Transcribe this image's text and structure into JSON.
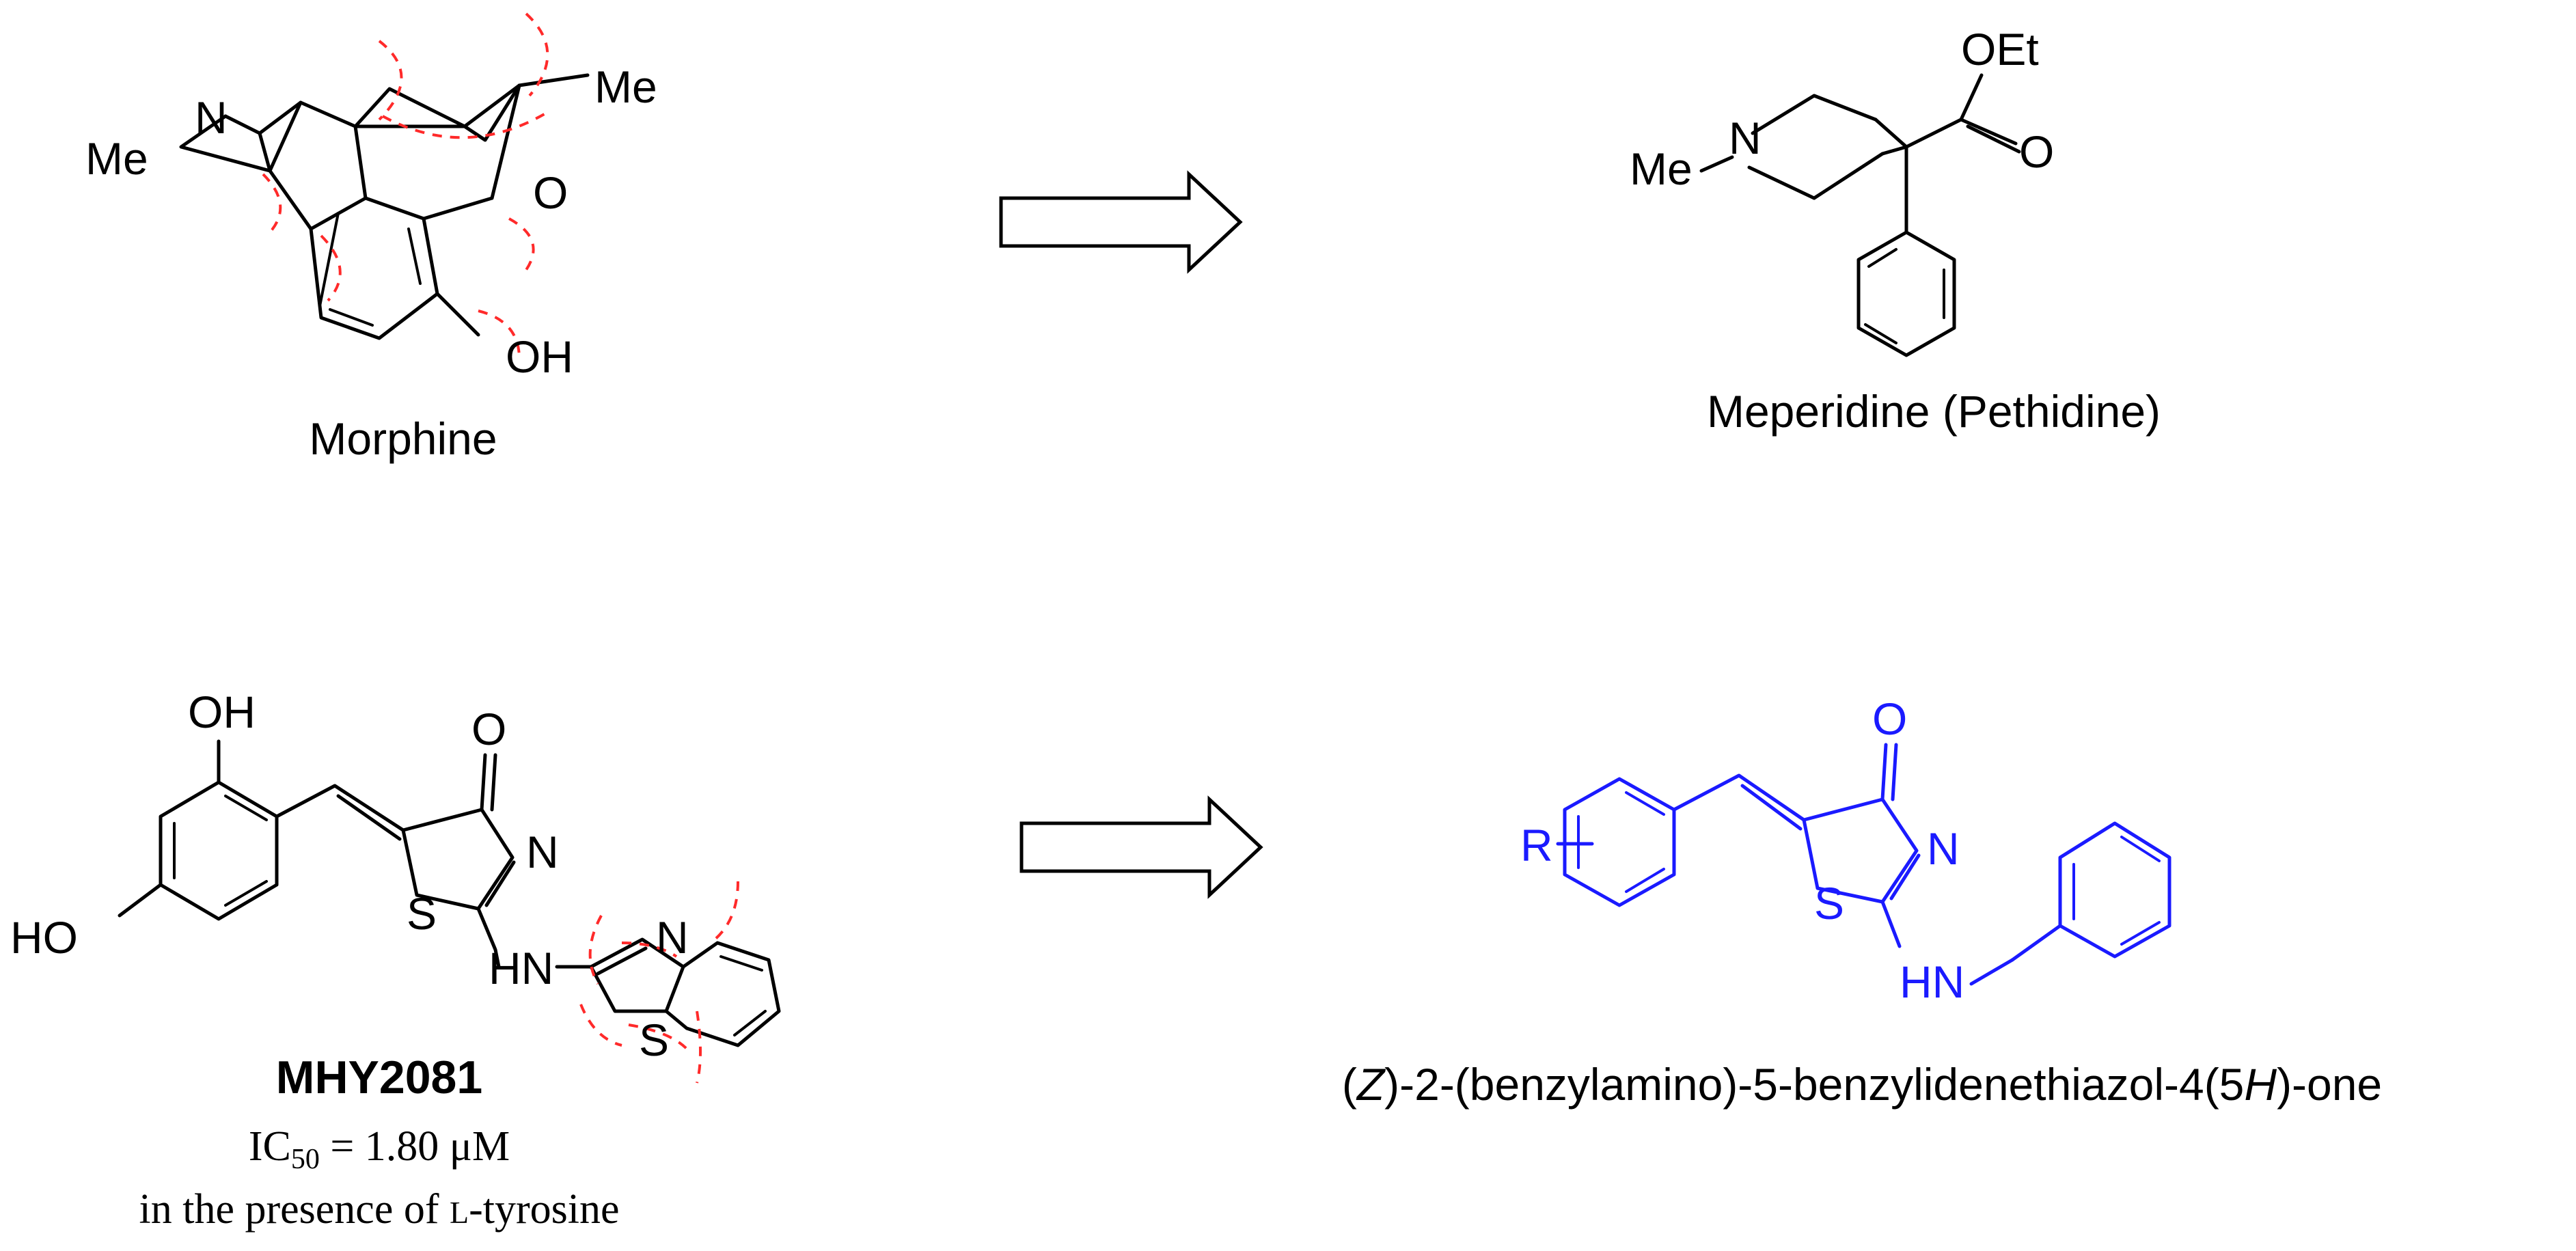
{
  "colors": {
    "bond": "#000000",
    "highlight": "#1a1aff",
    "disconnection": "#ff2a2a",
    "arrow_fill": "#ffffff",
    "arrow_stroke": "#000000"
  },
  "top_row": {
    "left_compound": {
      "name": "Morphine",
      "atoms": {
        "n": "N",
        "me_n": "Me",
        "me_c": "Me",
        "o_ring": "O",
        "oh": "OH"
      }
    },
    "right_compound": {
      "name": "Meperidine (Pethidine)",
      "atoms": {
        "n": "N",
        "me": "Me",
        "oet": "OEt",
        "o": "O"
      }
    },
    "arrow_icon": "hollow-right-arrow"
  },
  "bottom_row": {
    "left_compound": {
      "name": "MHY2081",
      "ic50_label": "IC",
      "ic50_sub": "50",
      "ic50_value": " = 1.80 μM",
      "condition_prefix": "in the presence of ",
      "condition_l": "L",
      "condition_suffix": "-tyrosine",
      "atoms": {
        "oh_top": "OH",
        "ho_left": "HO",
        "o": "O",
        "n_ring": "N",
        "s_ring": "S",
        "hn": "HN",
        "n_bt": "N",
        "s_bt": "S"
      }
    },
    "right_compound": {
      "name_open": "(",
      "name_z": "Z",
      "name_mid": ")-2-(benzylamino)-5-benzylidenethiazol-4(5",
      "name_h": "H",
      "name_close": ")-one",
      "atoms": {
        "r": "R",
        "o": "O",
        "n": "N",
        "s": "S",
        "hn": "HN"
      }
    },
    "arrow_icon": "hollow-right-arrow"
  }
}
